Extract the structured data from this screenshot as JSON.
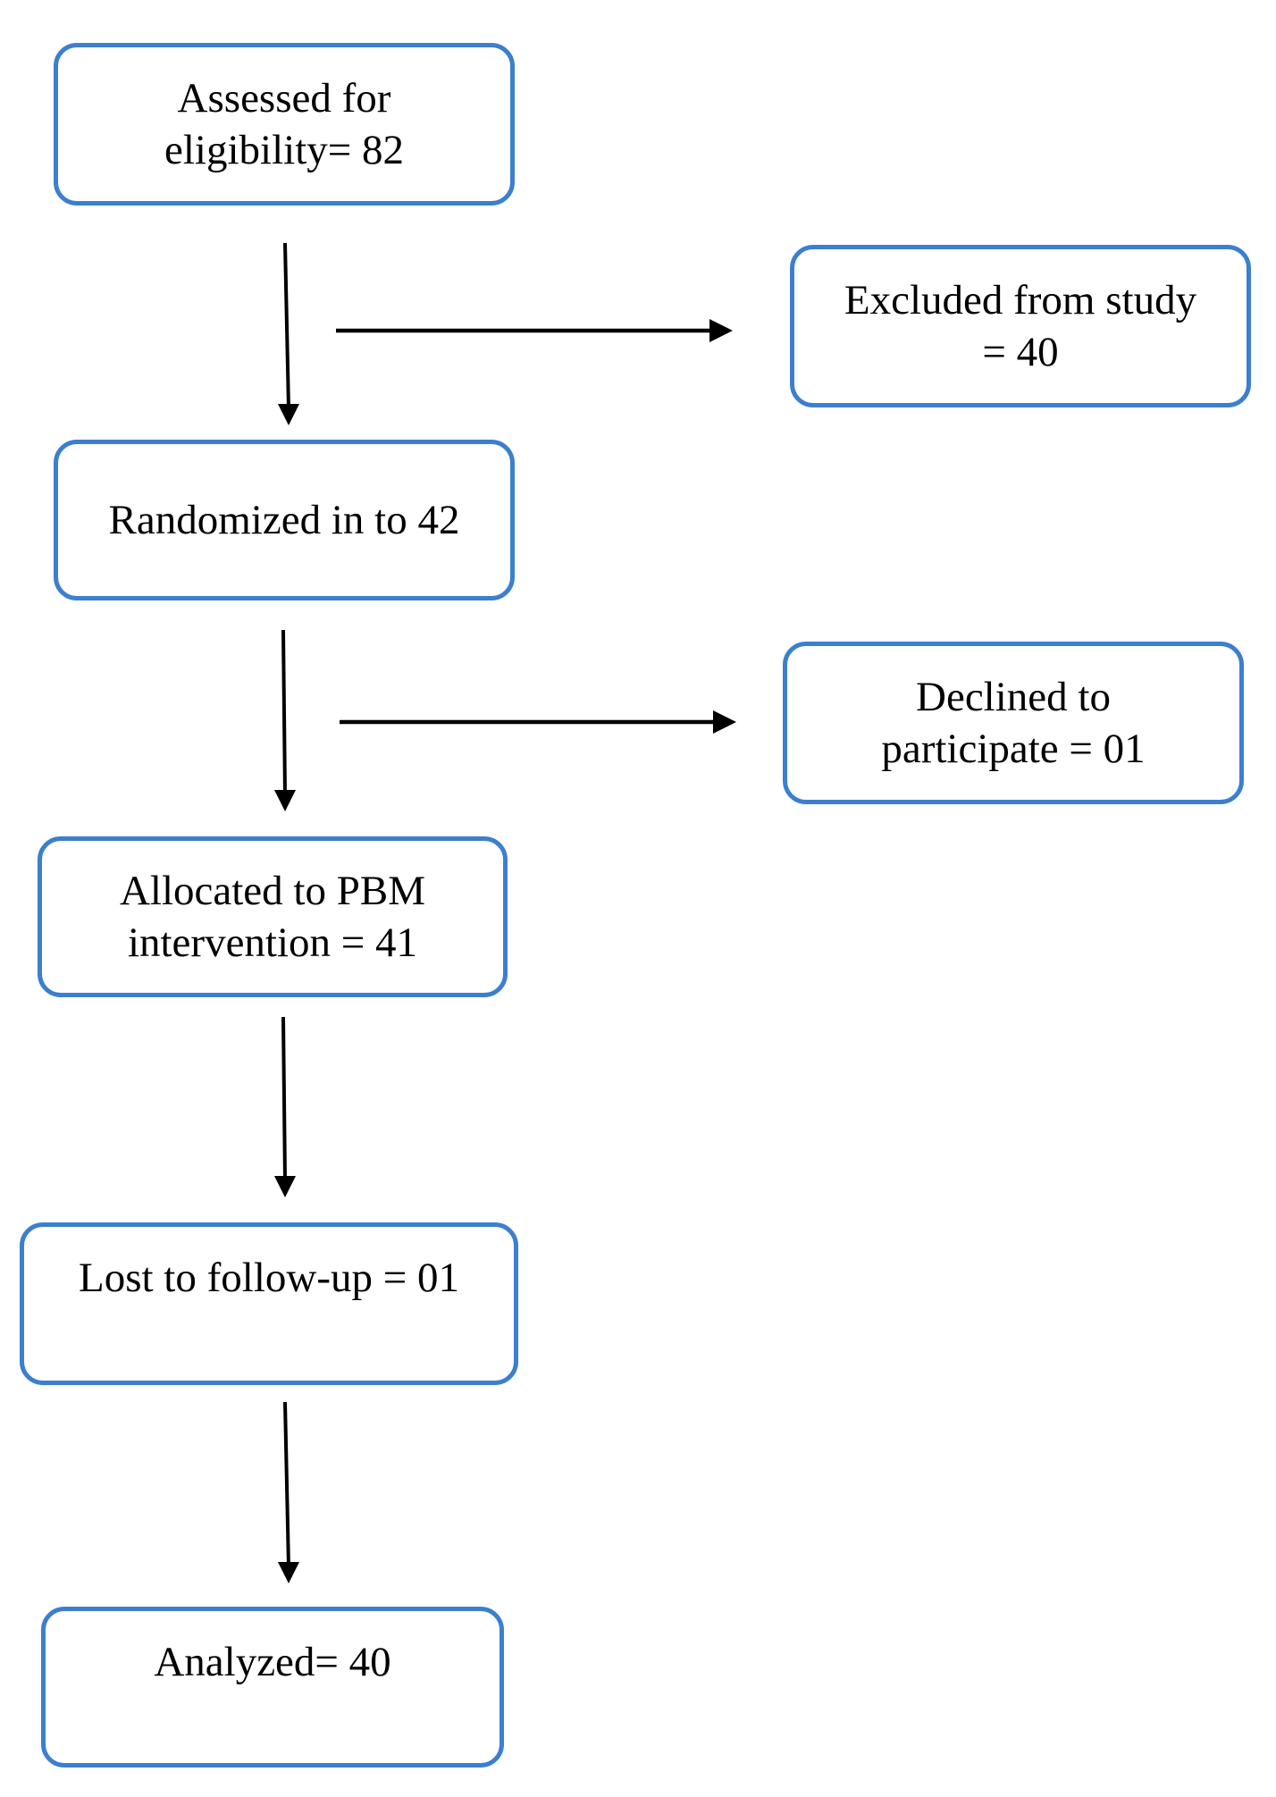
{
  "flowchart": {
    "assessed": {
      "line1": "Assessed for",
      "line2": "eligibility= 82"
    },
    "excluded": {
      "line1": "Excluded from study",
      "line2": "= 40"
    },
    "randomized": {
      "line1": "Randomized in to 42"
    },
    "declined": {
      "line1": "Declined to",
      "line2": "participate = 01"
    },
    "allocated": {
      "line1": "Allocated to PBM",
      "line2": "intervention = 41"
    },
    "lost": {
      "line1": "Lost to follow-up = 01"
    },
    "analyzed": {
      "line1": "Analyzed= 40"
    }
  },
  "colors": {
    "box_border": "#3c7fce",
    "arrow": "#000000"
  }
}
